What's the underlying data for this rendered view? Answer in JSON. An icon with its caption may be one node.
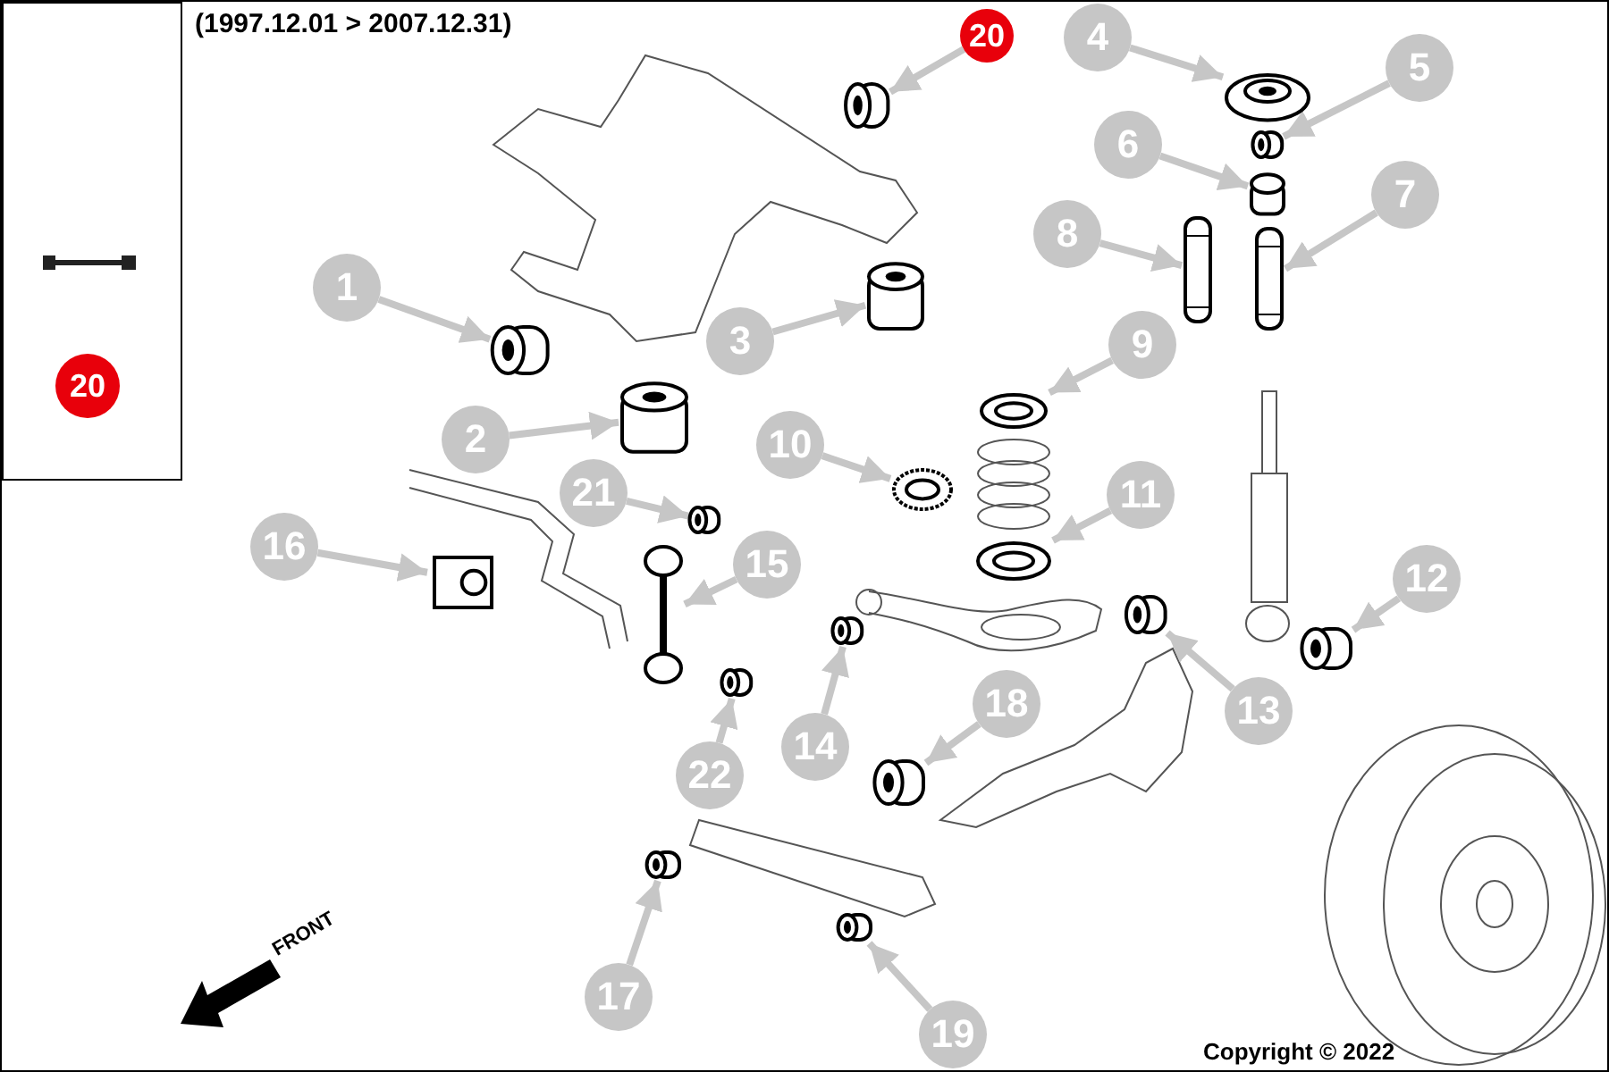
{
  "diagram": {
    "title": "(1997.12.01 > 2007.12.31)",
    "nodes": [
      {
        "text": [],
        "shape": "box"
      },
      {
        "text": [],
        "shape": "picture",
        "in": 0
      },
      {
        "text": [
          "20"
        ],
        "in": 0
      },
      {
        "text": [
          "1"
        ]
      },
      {
        "text": [
          "2"
        ]
      },
      {
        "text": [
          "3"
        ]
      },
      {
        "text": [
          "4"
        ]
      },
      {
        "text": [
          "5"
        ]
      },
      {
        "text": [
          "6"
        ]
      },
      {
        "text": [
          "7"
        ]
      },
      {
        "text": [
          "8"
        ]
      },
      {
        "text": [
          "9"
        ]
      },
      {
        "text": [
          "10"
        ]
      },
      {
        "text": [
          "11"
        ]
      },
      {
        "text": [
          "12"
        ]
      },
      {
        "text": [
          "13"
        ]
      },
      {
        "text": [
          "14"
        ]
      },
      {
        "text": [
          "15"
        ]
      },
      {
        "text": [
          "16"
        ]
      },
      {
        "text": [
          "17"
        ]
      },
      {
        "text": [
          "18"
        ]
      },
      {
        "text": [
          "19"
        ]
      },
      {
        "text": [
          "20"
        ]
      },
      {
        "text": [
          "21"
        ]
      },
      {
        "text": [
          "22"
        ]
      },
      {
        "text": [],
        "shape": "cylinder"
      },
      {
        "text": [],
        "shape": "cylinder"
      },
      {
        "text": [],
        "shape": "cylinder"
      },
      {
        "text": [],
        "shape": "picture"
      },
      {
        "text": [],
        "shape": "cylinder"
      },
      {
        "text": [],
        "shape": "cylinder"
      },
      {
        "text": [],
        "shape": "picture"
      },
      {
        "text": [],
        "shape": "picture"
      },
      {
        "text": [],
        "shape": "picture"
      },
      {
        "text": [],
        "shape": "picture"
      },
      {
        "text": [],
        "shape": "picture"
      },
      {
        "text": [],
        "shape": "cylinder"
      },
      {
        "text": [],
        "shape": "cylinder"
      },
      {
        "text": [],
        "shape": "cylinder"
      },
      {
        "text": [],
        "shape": "picture"
      },
      {
        "text": [],
        "shape": "picture"
      },
      {
        "text": [],
        "shape": "cylinder"
      },
      {
        "text": [],
        "shape": "cylinder"
      },
      {
        "text": [],
        "shape": "cylinder"
      },
      {
        "text": [],
        "shape": "cylinder"
      },
      {
        "text": [],
        "shape": "cylinder"
      },
      {
        "text": [],
        "shape": "cylinder"
      }
    ],
    "edges": [
      {
        "from": 3,
        "to": 25,
        "arrow": "to"
      },
      {
        "from": 4,
        "to": 26,
        "arrow": "to"
      },
      {
        "from": 5,
        "to": 27,
        "arrow": "to"
      },
      {
        "from": 6,
        "to": 28,
        "arrow": "to"
      },
      {
        "from": 7,
        "to": 29,
        "arrow": "to"
      },
      {
        "from": 8,
        "to": 30,
        "arrow": "to"
      },
      {
        "from": 9,
        "to": 31,
        "arrow": "to"
      },
      {
        "from": 10,
        "to": 32,
        "arrow": "to"
      },
      {
        "from": 11,
        "to": 33,
        "arrow": "to"
      },
      {
        "from": 12,
        "to": 34,
        "arrow": "to"
      },
      {
        "from": 13,
        "to": 35,
        "arrow": "to"
      },
      {
        "from": 14,
        "to": 36,
        "arrow": "to"
      },
      {
        "from": 15,
        "to": 37,
        "arrow": "to"
      },
      {
        "from": 16,
        "to": 38,
        "arrow": "to"
      },
      {
        "from": 17,
        "to": 39,
        "arrow": "to"
      },
      {
        "from": 18,
        "to": 40,
        "arrow": "to"
      },
      {
        "from": 19,
        "to": 41,
        "arrow": "to"
      },
      {
        "from": 20,
        "to": 42,
        "arrow": "to"
      },
      {
        "from": 21,
        "to": 43,
        "arrow": "to"
      },
      {
        "from": 22,
        "to": 44,
        "arrow": "to"
      },
      {
        "from": 23,
        "to": 45,
        "arrow": "to"
      },
      {
        "from": 24,
        "to": 46,
        "arrow": "to"
      }
    ],
    "labels": [
      "FRONT",
      "Copyright © 2022"
    ]
  }
}
